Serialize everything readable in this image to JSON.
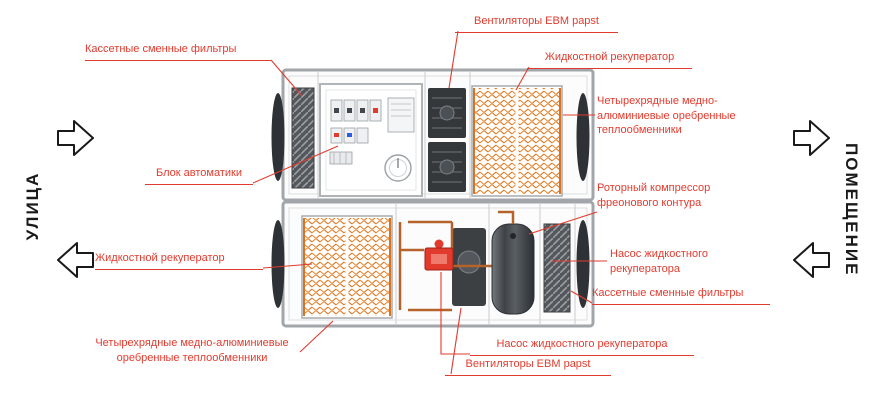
{
  "sides": {
    "left": "УЛИЦА",
    "right": "ПОМЕЩЕНИЕ"
  },
  "labels": {
    "filters_top": "Кассетные сменные фильтры",
    "fans_top": "Вентиляторы EBM papst",
    "recuperator_top": "Жидкостной рекуператор",
    "exchangers_right": "Четырехрядные медно-алюминиевые оребренные теплообменники",
    "automation": "Блок автоматики",
    "compressor": "Роторный компрессор фреонового контура",
    "pump_right": "Насос жидкостного рекуператора",
    "filters_right": "Кассетные сменные фильтры",
    "recuperator_left": "Жидкостной рекуператор",
    "exchangers_bottom": "Четырехрядные медно-алюминиевые оребренные теплообменники",
    "pump_bottom": "Насос жидкостного рекуператора",
    "fans_bottom": "Вентиляторы EBM papst"
  },
  "colors": {
    "label_red": "#e23b2e",
    "coil_orange": "#e98a33",
    "pipe_copper": "#b5622b",
    "pump_red": "#e23b2e",
    "unit_border": "#a2a6aa",
    "dark_component": "#34383b",
    "text_black": "#1a1a1a"
  }
}
